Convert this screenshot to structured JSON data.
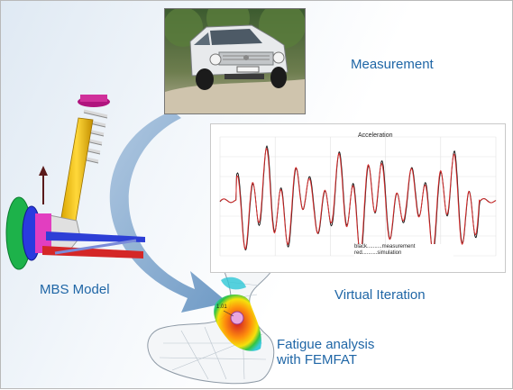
{
  "labels": {
    "measurement": "Measurement",
    "mbs_model": "MBS Model",
    "virtual_iteration": "Virtual Iteration",
    "fatigue_line1": "Fatigue analysis",
    "fatigue_line2": "with FEMFAT"
  },
  "chart": {
    "title": "Acceleration",
    "legend_measurement": "black..........measurement",
    "legend_simulation": "red..........simulation",
    "series_colors": {
      "measurement": "#111111",
      "simulation": "#d42a2a"
    }
  },
  "fem": {
    "tag": "1.01"
  },
  "colors": {
    "label_blue": "#1f66a6",
    "arrow_blue": "#7fa4cc"
  }
}
